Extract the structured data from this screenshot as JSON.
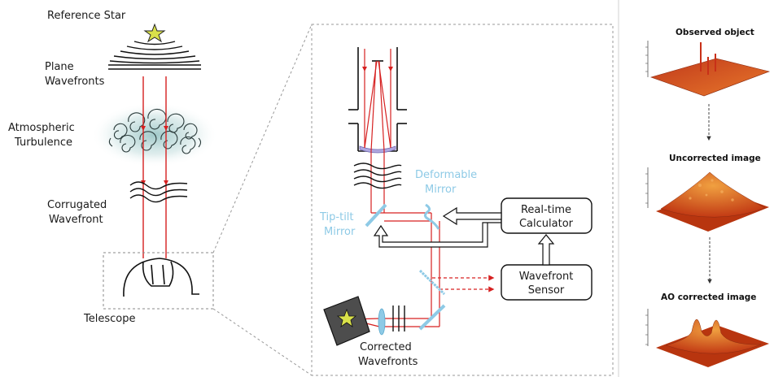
{
  "left_panel": {
    "reference_star": "Reference Star",
    "plane_wavefronts": [
      "Plane",
      "Wavefronts"
    ],
    "atmospheric_turbulence": [
      "Atmospheric",
      "Turbulence"
    ],
    "corrugated_wavefront": [
      "Corrugated",
      "Wavefront"
    ],
    "telescope": "Telescope"
  },
  "middle_panel": {
    "deformable_mirror": [
      "Deformable",
      "Mirror"
    ],
    "tip_tilt_mirror": [
      "Tip-tilt",
      "Mirror"
    ],
    "realtime_calculator": [
      "Real-time",
      "Calculator"
    ],
    "wavefront_sensor": [
      "Wavefront",
      "Sensor"
    ],
    "corrected_wavefronts": [
      "Corrected",
      "Wavefronts"
    ]
  },
  "right_panel": {
    "observed_object": "Observed object",
    "uncorrected_image": "Uncorrected image",
    "ao_corrected_image": "AO corrected image"
  },
  "colors": {
    "light_ray": "#d62020",
    "optics_blue": "#8ecae6",
    "star_fill": "#d9e14a",
    "plot_orange": "#e07a1f"
  }
}
